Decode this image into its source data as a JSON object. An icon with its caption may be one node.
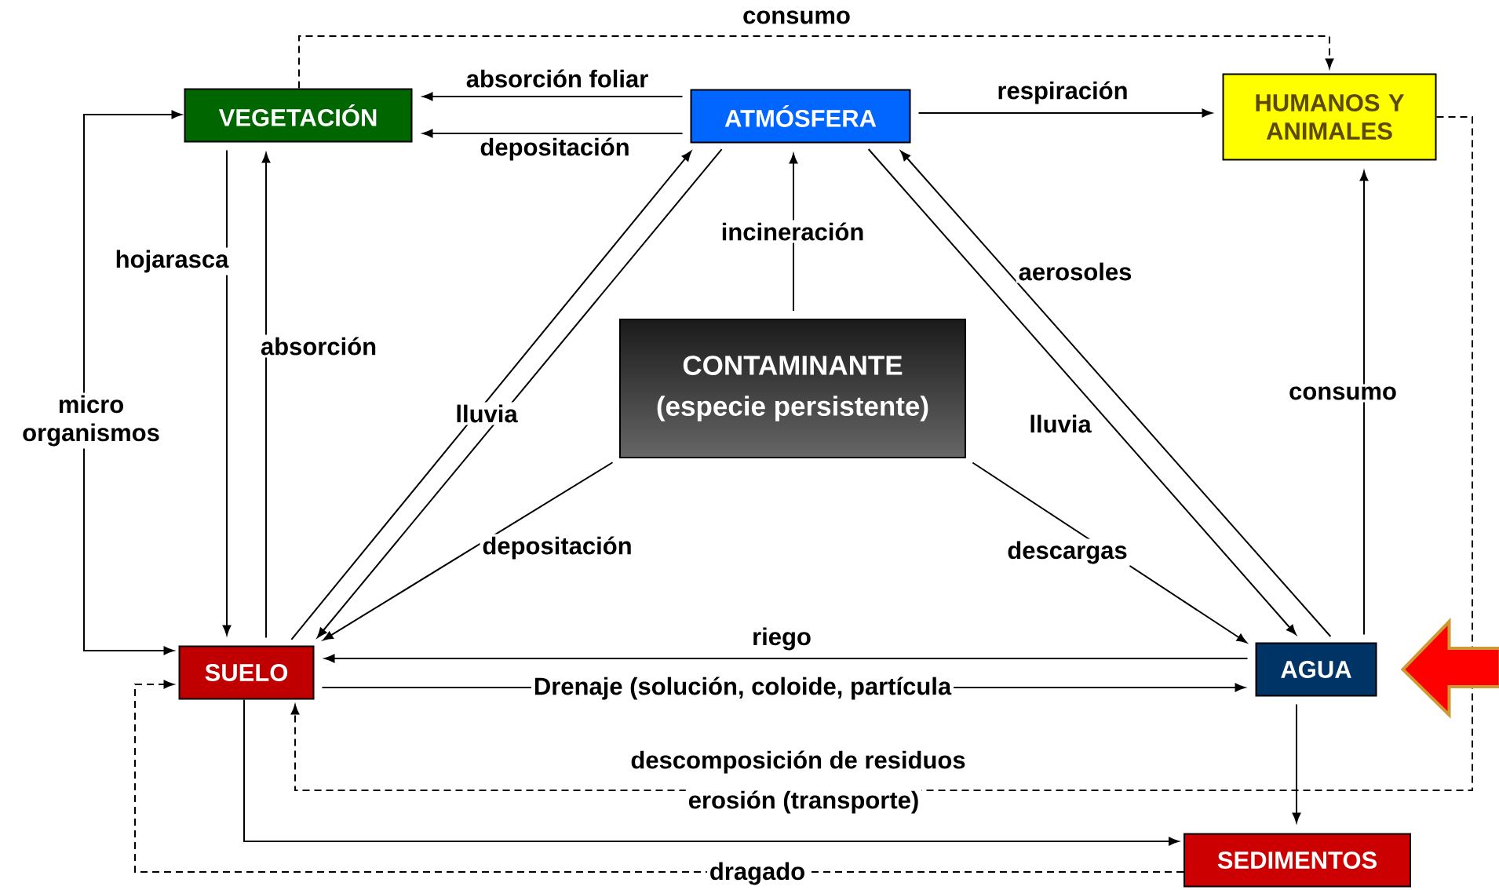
{
  "diagram": {
    "nodes": [
      {
        "text": [
          "VEGETACIÓN"
        ]
      },
      {
        "text": [
          "ATMÓSFERA"
        ]
      },
      {
        "text": [
          "HUMANOS Y ANIMALES"
        ]
      },
      {
        "text": [
          "CONTAMINANTE",
          "(especie persistente)"
        ]
      },
      {
        "text": [
          "SUELO"
        ]
      },
      {
        "text": [
          "AGUA"
        ]
      },
      {
        "text": [
          "SEDIMENTOS"
        ]
      }
    ],
    "edges": [
      {
        "from": 1,
        "to": 0,
        "arrow": "to",
        "label": "absorción foliar"
      },
      {
        "from": 1,
        "to": 0,
        "arrow": "to",
        "label": "depositación"
      },
      {
        "from": 0,
        "to": 2,
        "arrow": "to",
        "label": "consumo",
        "style": "dashed"
      },
      {
        "from": 1,
        "to": 2,
        "arrow": "to",
        "label": "respiración"
      },
      {
        "from": 0,
        "to": 4,
        "arrow": "to",
        "label": "hojarasca"
      },
      {
        "from": 4,
        "to": 0,
        "arrow": "to",
        "label": "absorción"
      },
      {
        "from": 0,
        "to": 4,
        "arrow": "both",
        "label": "micro organismos"
      },
      {
        "from": 4,
        "to": 1,
        "arrow": "to"
      },
      {
        "from": 1,
        "to": 4,
        "arrow": "to",
        "label": "lluvia"
      },
      {
        "from": 1,
        "to": 5,
        "arrow": "to",
        "label": "lluvia"
      },
      {
        "from": 5,
        "to": 1,
        "arrow": "to",
        "label": "aerosoles"
      },
      {
        "from": 3,
        "to": 1,
        "arrow": "to",
        "label": "incineración"
      },
      {
        "from": 3,
        "to": 4,
        "arrow": "to",
        "label": "depositación"
      },
      {
        "from": 3,
        "to": 5,
        "arrow": "to",
        "label": "descargas"
      },
      {
        "from": 5,
        "to": 4,
        "arrow": "to",
        "label": "riego"
      },
      {
        "from": 4,
        "to": 5,
        "arrow": "to",
        "label": "Drenaje (solución, coloide, partícula"
      },
      {
        "from": 2,
        "to": 4,
        "arrow": "to",
        "label": "descomposición de residuos",
        "style": "dashed"
      },
      {
        "from": 5,
        "to": 2,
        "arrow": "to",
        "label": "consumo"
      },
      {
        "from": 5,
        "to": 6,
        "arrow": "to"
      },
      {
        "from": 4,
        "to": 6,
        "arrow": "to",
        "label": "erosión (transporte)"
      },
      {
        "from": 6,
        "to": 4,
        "arrow": "to",
        "label": "dragado",
        "style": "dashed"
      },
      {
        "from": null,
        "to": 5,
        "arrow": "to",
        "color": "#ff0000"
      }
    ]
  }
}
